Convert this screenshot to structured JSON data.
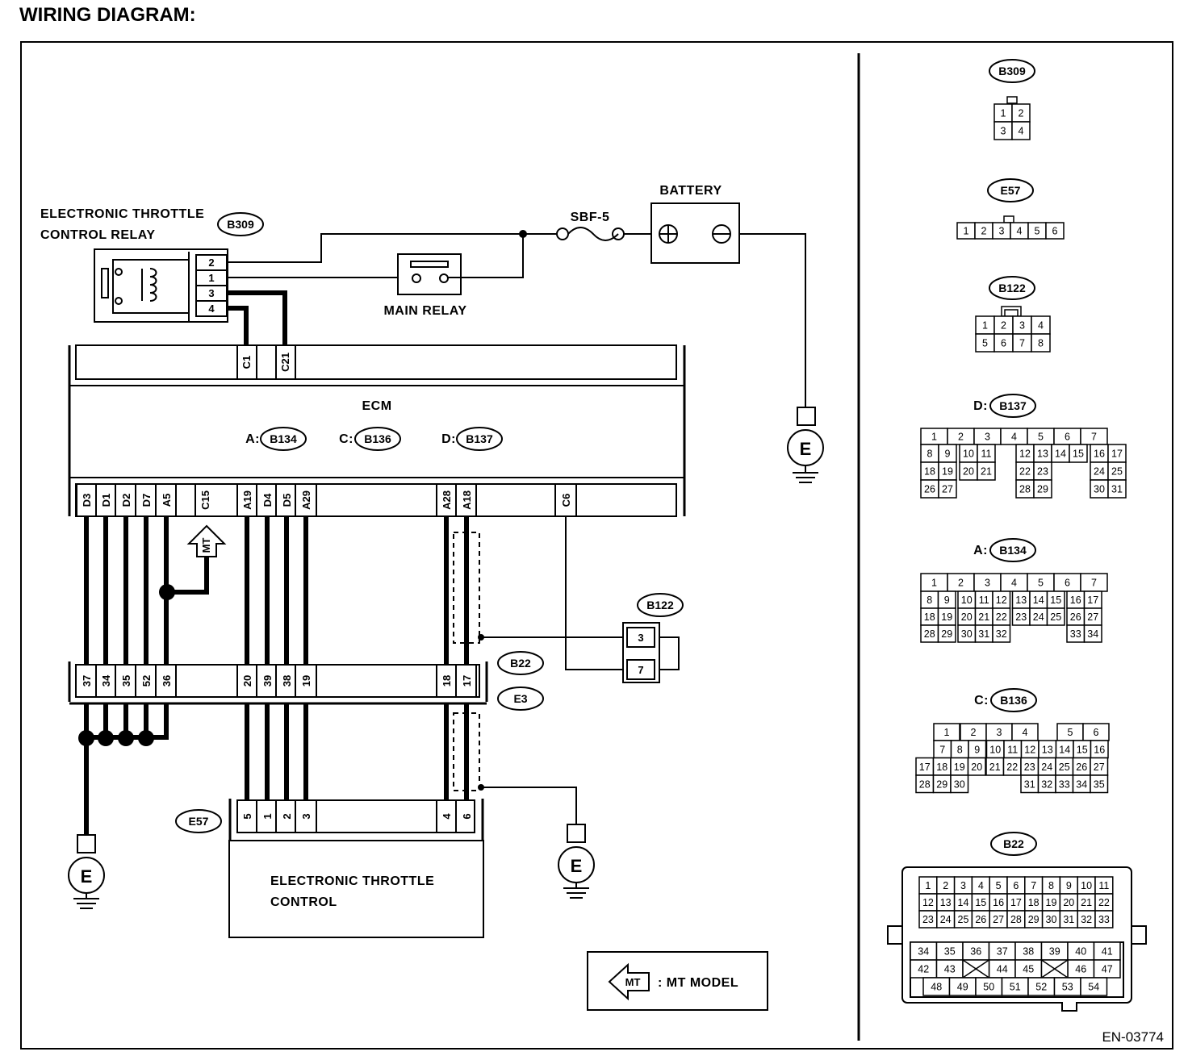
{
  "title": "WIRING DIAGRAM:",
  "doc_code": "EN-03774",
  "components": {
    "relay_label_1": "ELECTRONIC THROTTLE",
    "relay_label_2": "CONTROL RELAY",
    "relay_connector": "B309",
    "relay_pins": [
      "2",
      "1",
      "3",
      "4"
    ],
    "fuse": "SBF-5",
    "battery": "BATTERY",
    "main_relay": "MAIN RELAY",
    "ecm": "ECM",
    "ecm_connectors": [
      {
        "prefix": "A:",
        "id": "B134"
      },
      {
        "prefix": "C:",
        "id": "B136"
      },
      {
        "prefix": "D:",
        "id": "B137"
      }
    ],
    "ecm_top_pins": [
      "C1",
      "C21"
    ],
    "ecm_bottom_pins": [
      "D3",
      "D1",
      "D2",
      "D7",
      "A5",
      "C15",
      "A19",
      "D4",
      "D5",
      "A29",
      "A28",
      "A18",
      "C6"
    ],
    "mt_tag": "MT",
    "sensor_connector": "B122",
    "sensor_pins": [
      "3",
      "7"
    ],
    "joint_connectors": [
      "B22",
      "E3"
    ],
    "joint_pins": [
      "37",
      "34",
      "35",
      "52",
      "36",
      "20",
      "39",
      "38",
      "19",
      "18",
      "17"
    ],
    "etc_connector": "E57",
    "etc_pins": [
      "5",
      "1",
      "2",
      "3",
      "4",
      "6"
    ],
    "etc_label_1": "ELECTRONIC THROTTLE",
    "etc_label_2": "CONTROL",
    "ground": "E",
    "legend_tag": "MT",
    "legend_text": ": MT MODEL"
  },
  "connector_views": {
    "b309": {
      "id": "B309",
      "rows": [
        [
          "1",
          "2"
        ],
        [
          "3",
          "4"
        ]
      ]
    },
    "e57": {
      "id": "E57",
      "rows": [
        [
          "1",
          "2",
          "3",
          "4",
          "5",
          "6"
        ]
      ]
    },
    "b122": {
      "id": "B122",
      "rows": [
        [
          "1",
          "2",
          "3",
          "4"
        ],
        [
          "5",
          "6",
          "7",
          "8"
        ]
      ]
    },
    "b137": {
      "prefix": "D:",
      "id": "B137",
      "rows": [
        [
          "1",
          "2",
          "3",
          "4",
          "5",
          "6",
          "7"
        ],
        [
          "8",
          "9",
          "10",
          "11",
          "12",
          "13",
          "14",
          "15",
          "16",
          "17"
        ],
        [
          "18",
          "19",
          "20",
          "21",
          "22",
          "23",
          "24",
          "25"
        ],
        [
          "26",
          "27",
          "28",
          "29",
          "30",
          "31"
        ]
      ]
    },
    "b134": {
      "prefix": "A:",
      "id": "B134",
      "rows": [
        [
          "1",
          "2",
          "3",
          "4",
          "5",
          "6",
          "7"
        ],
        [
          "8",
          "9",
          "10",
          "11",
          "12",
          "13",
          "14",
          "15",
          "16",
          "17"
        ],
        [
          "18",
          "19",
          "20",
          "21",
          "22",
          "23",
          "24",
          "25",
          "26",
          "27"
        ],
        [
          "28",
          "29",
          "30",
          "31",
          "32",
          "33",
          "34"
        ]
      ]
    },
    "b136": {
      "prefix": "C:",
      "id": "B136",
      "rows": [
        [
          "1",
          "2",
          "3",
          "4",
          "5",
          "6"
        ],
        [
          "7",
          "8",
          "9",
          "10",
          "11",
          "12",
          "13",
          "14",
          "15",
          "16"
        ],
        [
          "17",
          "18",
          "19",
          "20",
          "21",
          "22",
          "23",
          "24",
          "25",
          "26",
          "27"
        ],
        [
          "28",
          "29",
          "30",
          "31",
          "32",
          "33",
          "34",
          "35"
        ]
      ]
    },
    "b22": {
      "id": "B22",
      "rows": [
        [
          "1",
          "2",
          "3",
          "4",
          "5",
          "6",
          "7",
          "8",
          "9",
          "10",
          "11"
        ],
        [
          "12",
          "13",
          "14",
          "15",
          "16",
          "17",
          "18",
          "19",
          "20",
          "21",
          "22"
        ],
        [
          "23",
          "24",
          "25",
          "26",
          "27",
          "28",
          "29",
          "30",
          "31",
          "32",
          "33"
        ],
        [
          "34",
          "35",
          "36",
          "37",
          "38",
          "39",
          "40",
          "41"
        ],
        [
          "42",
          "43",
          "44",
          "45",
          "46",
          "47"
        ],
        [
          "48",
          "49",
          "50",
          "51",
          "52",
          "53",
          "54"
        ]
      ]
    }
  }
}
